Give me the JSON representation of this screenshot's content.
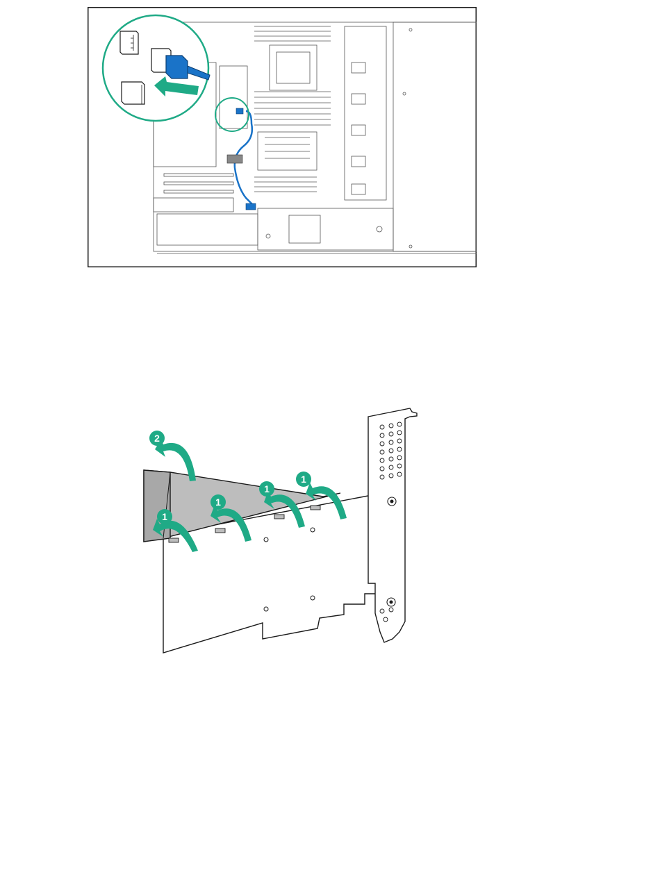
{
  "colors": {
    "accent_teal": "#1faa86",
    "cable_blue": "#1a73c8",
    "line": "#1a1a1a",
    "bracket_gray": "#bdbdbd"
  },
  "figure_top": {
    "icons": [
      "server-board-icon",
      "magnifier-circle-icon",
      "connector-arrow-icon"
    ]
  },
  "figure_bottom": {
    "callouts": [
      {
        "label": "2",
        "step": 2
      },
      {
        "label": "1",
        "step": 1
      },
      {
        "label": "1",
        "step": 1
      },
      {
        "label": "1",
        "step": 1
      },
      {
        "label": "1",
        "step": 1
      }
    ]
  }
}
